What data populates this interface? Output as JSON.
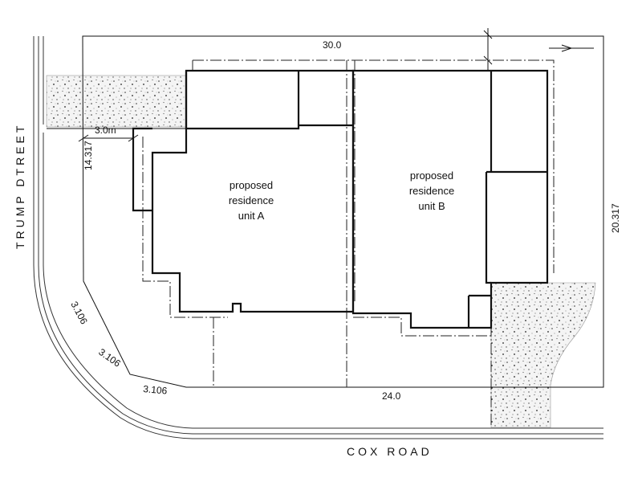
{
  "labels": {
    "street_left": "TRUMP DTREET",
    "street_bottom": "COX ROAD",
    "unit_a": [
      "proposed",
      "residence",
      "unit A"
    ],
    "unit_b": [
      "proposed",
      "residence",
      "unit B"
    ]
  },
  "dimensions": {
    "top": "30.0",
    "setback": "3.0m",
    "left_side": "14.317",
    "right_side": "20.317",
    "bottom": "24.0",
    "corner_1": "3.106",
    "corner_2": "3.106",
    "corner_3": "3.106"
  },
  "colors": {
    "line": "#111111",
    "hatch": "#e6e6e6",
    "background": "#ffffff"
  }
}
